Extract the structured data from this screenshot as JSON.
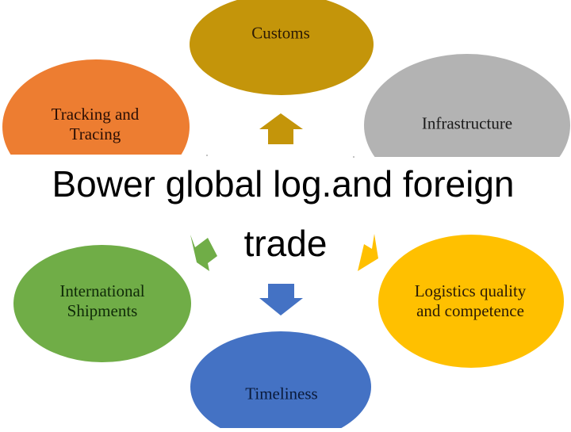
{
  "diagram": {
    "type": "hub-and-spoke",
    "center_title": {
      "line1": "Bower global log.and foreign",
      "line2": "trade"
    },
    "nodes": [
      {
        "id": "customs",
        "label_lines": [
          "Customs"
        ],
        "color": "#C4950A",
        "text_color": "#2B1A05",
        "arrow_color": "#C4950A",
        "arrow_direction": "up"
      },
      {
        "id": "infrastructure",
        "label_lines": [
          "Infrastructure"
        ],
        "color": "#B0B0B0",
        "text_color": "#1A1A1A",
        "arrow_color": "#B0B0B0",
        "arrow_direction": "up-right"
      },
      {
        "id": "logistics-quality",
        "label_lines": [
          "Logistics quality",
          "and competence"
        ],
        "color": "#FFC000",
        "text_color": "#2B1A05",
        "arrow_color": "#FFC000",
        "arrow_direction": "down-right"
      },
      {
        "id": "timeliness",
        "label_lines": [
          "Timeliness"
        ],
        "color": "#4472C4",
        "text_color": "#0A1A3A",
        "arrow_color": "#4472C4",
        "arrow_direction": "down"
      },
      {
        "id": "international-shipments",
        "label_lines": [
          "International",
          "Shipments"
        ],
        "color": "#70AD47",
        "text_color": "#0F2A08",
        "arrow_color": "#70AD47",
        "arrow_direction": "down-left"
      },
      {
        "id": "tracking-and-tracing",
        "label_lines": [
          "Tracking and",
          "Tracing"
        ],
        "color": "#ED7D31",
        "text_color": "#2B0F05",
        "arrow_color": "#ED7D31",
        "arrow_direction": "up-left"
      }
    ]
  }
}
